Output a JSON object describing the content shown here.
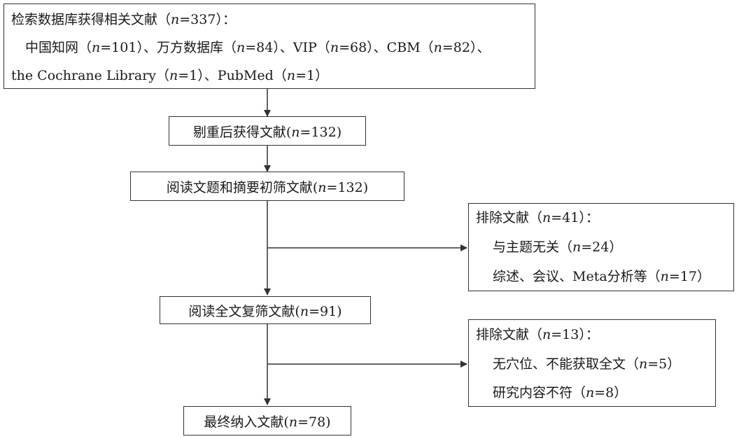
{
  "boxes": {
    "search": {
      "title": "检索数据库获得相关文献（n=337）：",
      "line1": "中国知网（n=101）、万方数据库（n=84）、VIP（n=68）、CBM（n=82）、",
      "line2": "the Cochrane Library（n=1）、PubMed（n=1）"
    },
    "dedup": {
      "text": "剔重后获得文献(n=132)"
    },
    "screen_title": {
      "text": "阅读文题和摘要初筛文献(n=132)"
    },
    "exclude1": {
      "title": "排除文献（n=41）：",
      "items": [
        "与主题无关（n=24）",
        "综述、会议、Meta分析等（n=17）"
      ]
    },
    "fulltext": {
      "text": "阅读全文复筛文献(n=91)"
    },
    "exclude2": {
      "title": "排除文献（n=13）：",
      "items": [
        "无穴位、不能获取全文（n=5）",
        "研究内容不符（n=8）"
      ]
    },
    "final": {
      "text": "最终纳入文献(n=78)"
    }
  }
}
